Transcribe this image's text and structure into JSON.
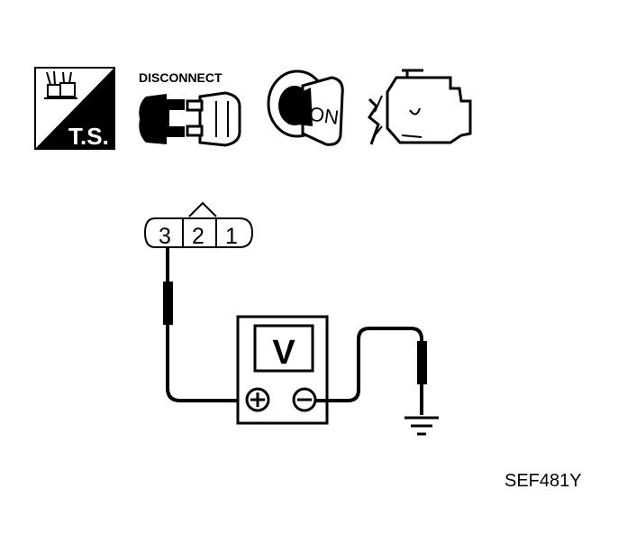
{
  "icons": {
    "ts": {
      "label": "T.S."
    },
    "disconnect": {
      "label": "DISCONNECT"
    },
    "ignition": {
      "label": "ON"
    },
    "engine": {}
  },
  "connector": {
    "pins": [
      "3",
      "2",
      "1"
    ]
  },
  "meter": {
    "display": "V"
  },
  "figure_id": "SEF481Y"
}
